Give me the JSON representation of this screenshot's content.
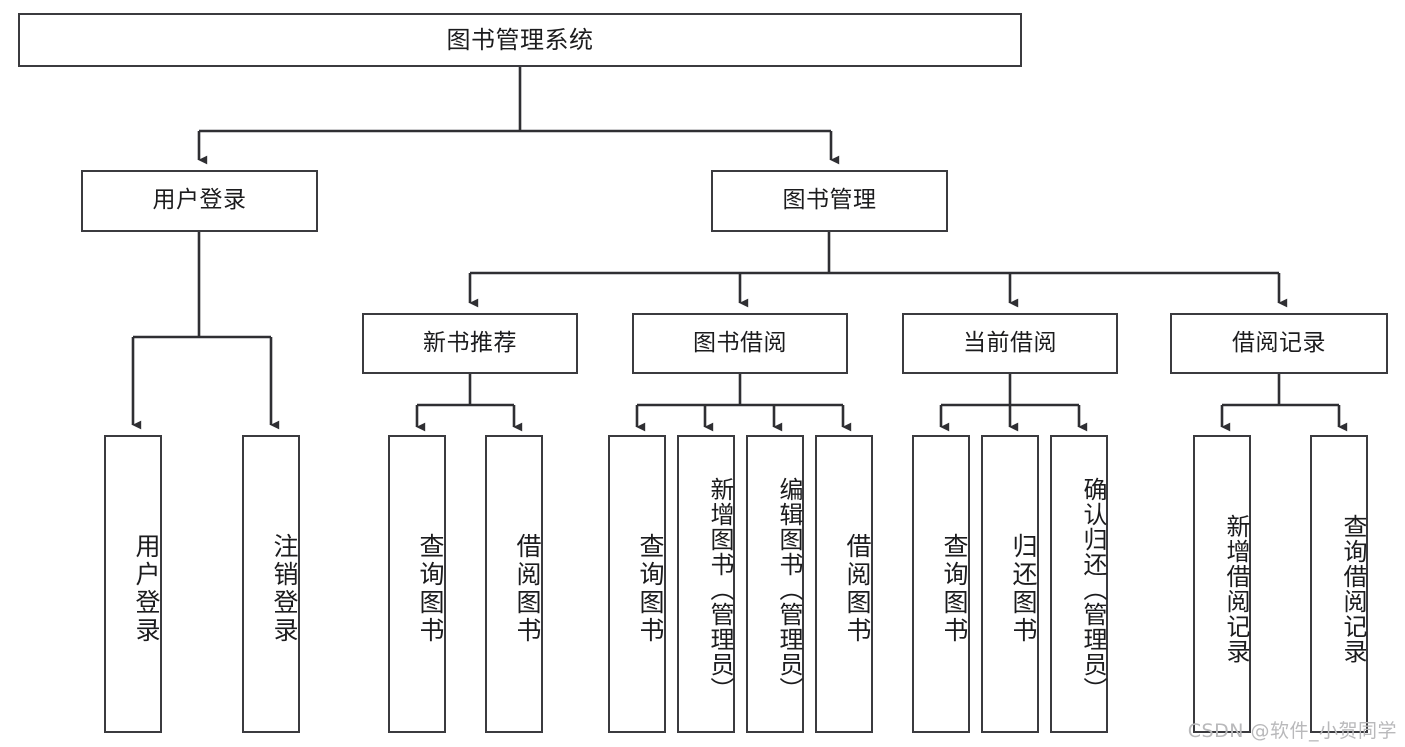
{
  "diagram": {
    "title": "图书管理系统",
    "type": "tree-hierarchy-chart",
    "watermark": "CSDN @软件_小贺同学",
    "colors": {
      "box_border": "#3b3b3f",
      "box_fill": "#ffffff",
      "connector": "#2f2f33",
      "text": "#1c1c1e",
      "watermark": "#b9b9bb"
    }
  },
  "nodes": {
    "root": {
      "label": "图书管理系统"
    },
    "level2": [
      {
        "label": "用户登录"
      },
      {
        "label": "图书管理"
      }
    ],
    "level3": [
      {
        "label": "新书推荐"
      },
      {
        "label": "图书借阅"
      },
      {
        "label": "当前借阅"
      },
      {
        "label": "借阅记录"
      }
    ],
    "leaves": {
      "user_login": [
        {
          "label": "用户登录"
        },
        {
          "label": "注销登录"
        }
      ],
      "new_book_recommend": [
        {
          "label": "查询图书"
        },
        {
          "label": "借阅图书"
        }
      ],
      "book_borrow": [
        {
          "label": "查询图书"
        },
        {
          "label": "新增图书（管理员）"
        },
        {
          "label": "编辑图书（管理员）"
        },
        {
          "label": "借阅图书"
        }
      ],
      "current_borrow": [
        {
          "label": "查询图书"
        },
        {
          "label": "归还图书"
        },
        {
          "label": "确认归还（管理员）"
        }
      ],
      "borrow_record": [
        {
          "label": "新增借阅记录"
        },
        {
          "label": "查询借阅记录"
        }
      ]
    }
  }
}
